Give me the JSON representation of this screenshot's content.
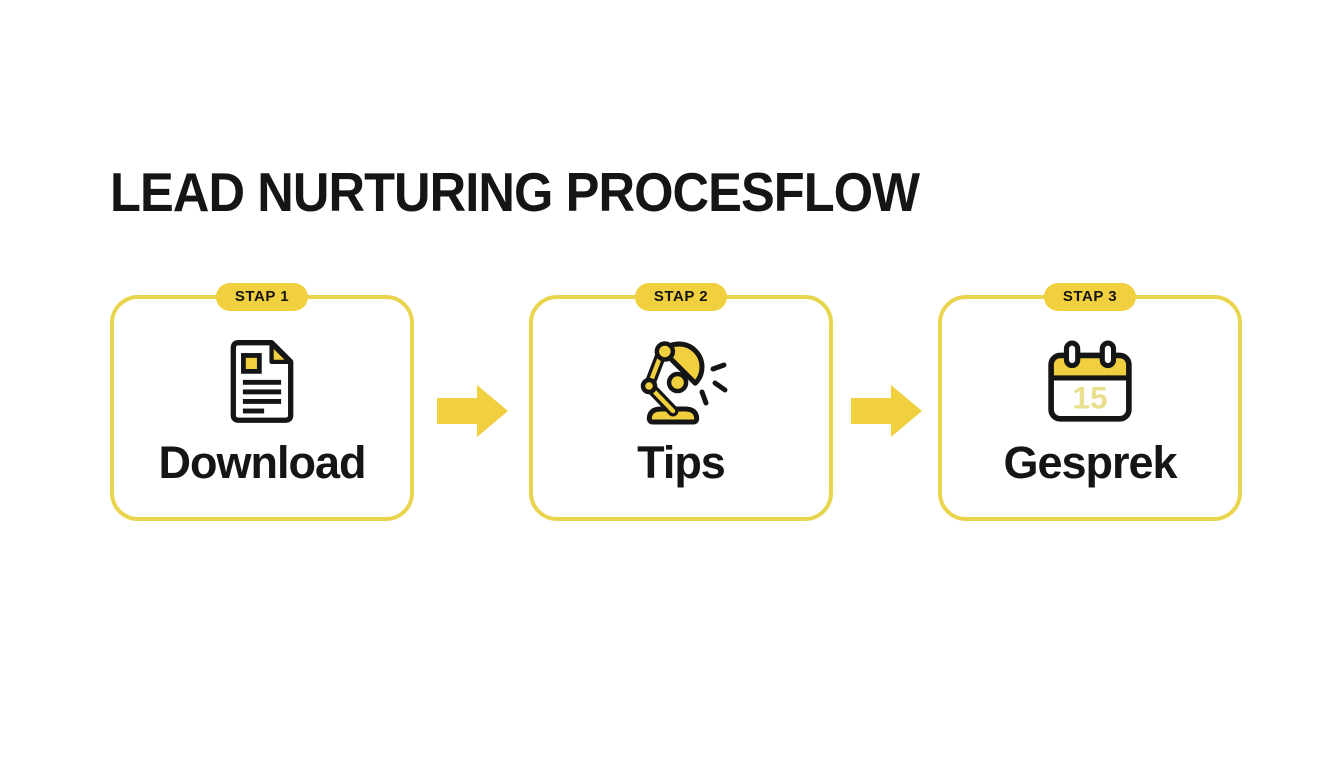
{
  "title": "LEAD NURTURING PROCESFLOW",
  "steps": [
    {
      "badge": "STAP 1",
      "label": "Download",
      "icon": "document-icon"
    },
    {
      "badge": "STAP 2",
      "label": "Tips",
      "icon": "desk-lamp-icon"
    },
    {
      "badge": "STAP 3",
      "label": "Gesprek",
      "icon": "calendar-icon"
    }
  ],
  "calendar": {
    "day": "15"
  },
  "colors": {
    "yellow": "#F1D03F",
    "box_border": "#E9D44E",
    "pale_yellow": "#E9DF8D",
    "ink": "#151515",
    "background": "#FFFFFF"
  }
}
